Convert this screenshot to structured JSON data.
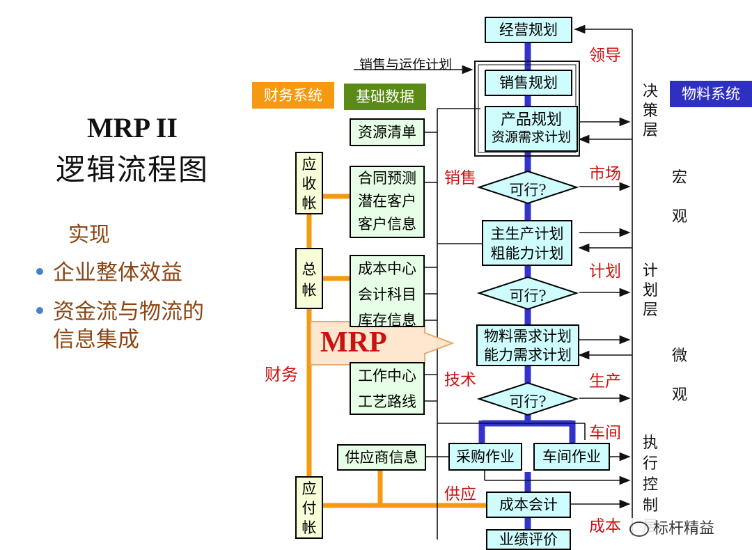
{
  "title": {
    "line1": "MRP II",
    "line2": "逻辑流程图"
  },
  "realize": {
    "heading": "实现",
    "bullets": [
      "企业整体效益",
      "资金流与物流的",
      "信息集成"
    ]
  },
  "headers": {
    "finance": "财务系统",
    "base_data": "基础数据",
    "material": "物料系统"
  },
  "base_data": {
    "resource_list": "资源清单",
    "contract_group": [
      "合同预测",
      "潜在客户",
      "客户信息"
    ],
    "cost_group": [
      "成本中心",
      "会计科目",
      "库存信息"
    ],
    "routing_group": [
      "工作中心",
      "工艺路线"
    ],
    "supplier_info": "供应商信息"
  },
  "finance": {
    "receivable": "应收帐",
    "general_ledger": "总帐",
    "payable": "应付帐",
    "label": "财务"
  },
  "mrp_arrow": "MRP",
  "flow": {
    "business_plan": "经营规划",
    "sales_op_plan": "销售与运作计划",
    "sales_plan": "销售规划",
    "product_plan": [
      "产品规划",
      "资源需求计划"
    ],
    "feasible_1": "可行?",
    "mps": [
      "主生产计划",
      "粗能力计划"
    ],
    "feasible_2": "可行?",
    "mrp_box": [
      "物料需求计划",
      "能力需求计划"
    ],
    "feasible_3": "可行?",
    "purchasing": "采购作业",
    "workshop_op": "车间作业",
    "cost_accounting": "成本会计",
    "performance": "业绩评价"
  },
  "red_labels": {
    "leader": "领导",
    "sales": "销售",
    "market": "市场",
    "plan": "计划",
    "tech": "技术",
    "production": "生产",
    "workshop": "车间",
    "supply": "供应",
    "cost": "成本"
  },
  "layers": {
    "decision": [
      "决",
      "策",
      "层"
    ],
    "macro": [
      "宏",
      "观"
    ],
    "planning": [
      "计",
      "划",
      "层"
    ],
    "micro": [
      "微",
      "观"
    ],
    "execution": [
      "执",
      "行",
      "控",
      "制",
      "层"
    ]
  },
  "watermark": "标杆精益",
  "colors": {
    "finance": "#f59a10",
    "base_data": "#5c8a17",
    "material": "#3030c0",
    "flow_line": "#3333cc",
    "label_red": "#cc1111"
  }
}
